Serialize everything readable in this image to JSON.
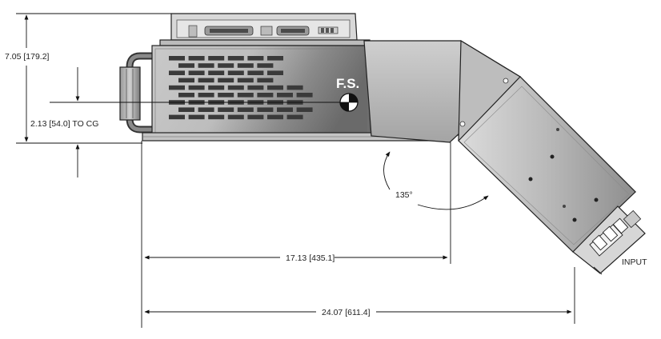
{
  "dimensions": {
    "height_total": "7.05 [179.2]",
    "cg_height": "2.13 [54.0] TO CG",
    "length_to_hinge": "17.13 [435.1]",
    "length_total": "24.07 [611.4]"
  },
  "angle_label": "135°",
  "fs_label": "F.S.",
  "input_label": "INPUT",
  "colors": {
    "body_light": "#d2d2d2",
    "body_dark": "#6a6a6a",
    "grille": "#3a3a3a",
    "fan_frame": "#e4e4e4",
    "line": "#111111"
  }
}
